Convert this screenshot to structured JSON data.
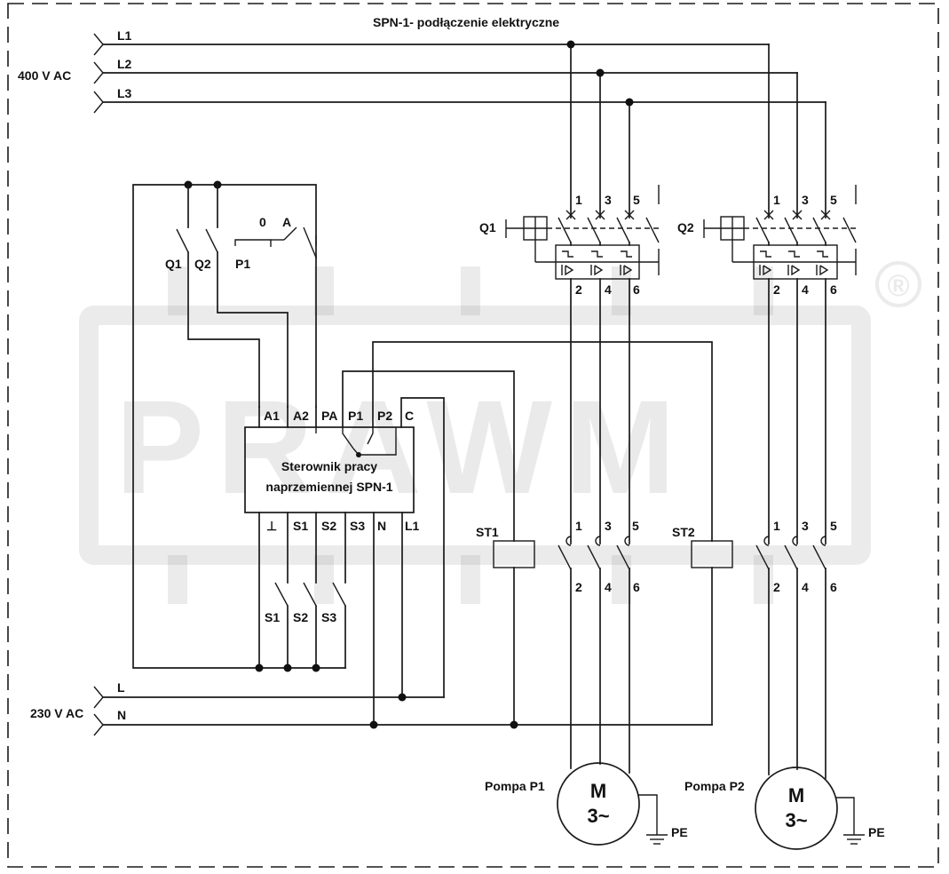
{
  "title": "SPN-1- podłączenie elektryczne",
  "supply_400": {
    "label": "400 V AC",
    "phases": [
      "L1",
      "L2",
      "L3"
    ]
  },
  "supply_230": {
    "label": "230 V AC",
    "lines": [
      "L",
      "N"
    ]
  },
  "controller": {
    "name_line1": "Sterownik pracy",
    "name_line2": "naprzemiennej SPN-1",
    "top_terminals": [
      "A1",
      "A2",
      "PA",
      "P1",
      "P2",
      "C"
    ],
    "bottom_terminals": [
      "⊥",
      "S1",
      "S2",
      "S3",
      "N",
      "L1"
    ]
  },
  "aux_contacts": {
    "q1": "Q1",
    "q2": "Q2",
    "p1": "P1",
    "p1_pos0": "0",
    "p1_posA": "A"
  },
  "float_switches": [
    "S1",
    "S2",
    "S3"
  ],
  "breakers": [
    {
      "name": "Q1",
      "top": [
        "1",
        "3",
        "5"
      ],
      "bottom": [
        "2",
        "4",
        "6"
      ]
    },
    {
      "name": "Q2",
      "top": [
        "1",
        "3",
        "5"
      ],
      "bottom": [
        "2",
        "4",
        "6"
      ]
    }
  ],
  "contactors": [
    {
      "name": "ST1",
      "top": [
        "1",
        "3",
        "5"
      ],
      "bottom": [
        "2",
        "4",
        "6"
      ]
    },
    {
      "name": "ST2",
      "top": [
        "1",
        "3",
        "5"
      ],
      "bottom": [
        "2",
        "4",
        "6"
      ]
    }
  ],
  "motors": [
    {
      "name": "Pompa P1",
      "m": "M",
      "phase": "3~",
      "pe": "PE"
    },
    {
      "name": "Pompa P2",
      "m": "M",
      "phase": "3~",
      "pe": "PE"
    }
  ],
  "watermark": {
    "text": "PRAWM",
    "reg": "®"
  }
}
